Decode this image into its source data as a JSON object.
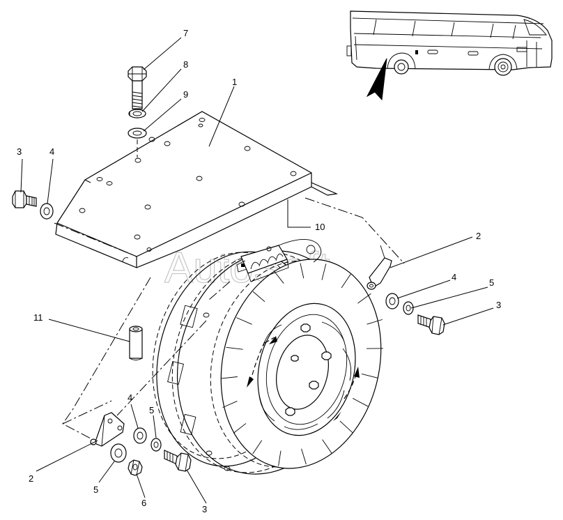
{
  "watermark": "AutoSoft",
  "callouts": [
    {
      "id": "c1",
      "text": "1"
    },
    {
      "id": "c2a",
      "text": "2"
    },
    {
      "id": "c2b",
      "text": "2"
    },
    {
      "id": "c3a",
      "text": "3"
    },
    {
      "id": "c3b",
      "text": "3"
    },
    {
      "id": "c3c",
      "text": "3"
    },
    {
      "id": "c4a",
      "text": "4"
    },
    {
      "id": "c4b",
      "text": "4"
    },
    {
      "id": "c4c",
      "text": "4"
    },
    {
      "id": "c5a",
      "text": "5"
    },
    {
      "id": "c5b",
      "text": "5"
    },
    {
      "id": "c5c",
      "text": "5"
    },
    {
      "id": "c6",
      "text": "6"
    },
    {
      "id": "c7",
      "text": "7"
    },
    {
      "id": "c8",
      "text": "8"
    },
    {
      "id": "c9",
      "text": "9"
    },
    {
      "id": "c10",
      "text": "10"
    },
    {
      "id": "c11",
      "text": "11"
    }
  ],
  "icons": {
    "bus": "bus-icon",
    "location_arrow": "location-arrow-icon"
  }
}
